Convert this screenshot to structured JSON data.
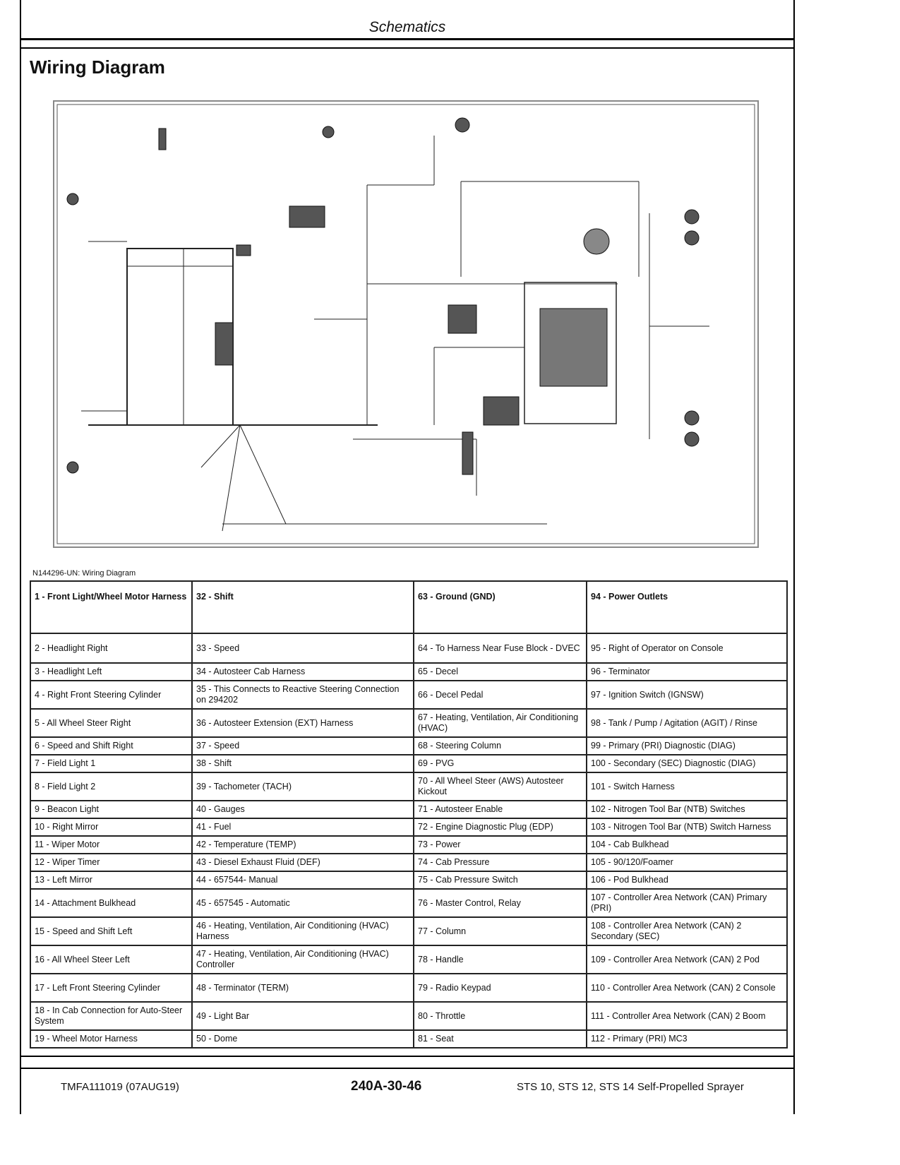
{
  "header": {
    "title": "Schematics"
  },
  "section": {
    "title": "Wiring Diagram"
  },
  "figure": {
    "caption": "N144296-UN: Wiring Diagram"
  },
  "legend": {
    "rows": [
      [
        "1 - Front Light/Wheel Motor Harness",
        "32 - Shift",
        "63 - Ground (GND)",
        "94 - Power Outlets"
      ],
      [
        "2 - Headlight Right",
        "33 - Speed",
        "64 - To Harness Near Fuse Block - DVEC",
        "95 - Right of Operator on Console"
      ],
      [
        "3 - Headlight Left",
        "34 - Autosteer Cab Harness",
        "65 - Decel",
        "96 - Terminator"
      ],
      [
        "4 - Right Front Steering Cylinder",
        "35 - This Connects to Reactive Steering Connection on 294202",
        "66 - Decel Pedal",
        "97 - Ignition Switch (IGNSW)"
      ],
      [
        "5 - All Wheel Steer Right",
        "36 - Autosteer Extension (EXT) Harness",
        "67 - Heating, Ventilation, Air Conditioning (HVAC)",
        "98 - Tank / Pump / Agitation (AGIT) / Rinse"
      ],
      [
        "6 - Speed and Shift Right",
        "37 - Speed",
        "68 - Steering Column",
        "99 - Primary (PRI) Diagnostic (DIAG)"
      ],
      [
        "7 - Field Light 1",
        "38 - Shift",
        "69 - PVG",
        "100 - Secondary (SEC) Diagnostic (DIAG)"
      ],
      [
        "8 - Field Light 2",
        "39 - Tachometer (TACH)",
        "70 - All Wheel Steer (AWS) Autosteer Kickout",
        "101 - Switch Harness"
      ],
      [
        "9 - Beacon Light",
        "40 - Gauges",
        "71 - Autosteer Enable",
        "102 - Nitrogen Tool Bar (NTB) Switches"
      ],
      [
        "10 - Right Mirror",
        "41 - Fuel",
        "72 - Engine Diagnostic Plug (EDP)",
        "103 - Nitrogen Tool Bar (NTB) Switch Harness"
      ],
      [
        "11 - Wiper Motor",
        "42 - Temperature (TEMP)",
        "73 - Power",
        "104 - Cab Bulkhead"
      ],
      [
        "12 - Wiper Timer",
        "43 - Diesel Exhaust Fluid (DEF)",
        "74 - Cab Pressure",
        "105 - 90/120/Foamer"
      ],
      [
        "13 - Left Mirror",
        "44 - 657544- Manual",
        "75 - Cab Pressure Switch",
        "106 - Pod Bulkhead"
      ],
      [
        "14 - Attachment Bulkhead",
        "45 - 657545 - Automatic",
        "76 - Master Control, Relay",
        "107 - Controller Area Network (CAN) Primary (PRI)"
      ],
      [
        "15 - Speed and Shift Left",
        "46 - Heating, Ventilation, Air Conditioning (HVAC) Harness",
        "77 - Column",
        "108 - Controller Area Network (CAN) 2 Secondary (SEC)"
      ],
      [
        "16 - All Wheel Steer Left",
        "47 - Heating, Ventilation, Air Conditioning (HVAC) Controller",
        "78 - Handle",
        "109 - Controller Area Network (CAN) 2 Pod"
      ],
      [
        "17 - Left Front Steering Cylinder",
        "48 - Terminator (TERM)",
        "79 - Radio Keypad",
        "110 - Controller Area Network (CAN) 2 Console"
      ],
      [
        "18 - In Cab Connection for Auto-Steer System",
        "49 - Light Bar",
        "80 - Throttle",
        "111 - Controller Area Network (CAN) 2 Boom"
      ],
      [
        "19 - Wheel Motor Harness",
        "50 - Dome",
        "81 - Seat",
        "112 - Primary (PRI) MC3"
      ]
    ]
  },
  "footer": {
    "left": "TMFA111019 (07AUG19)",
    "center": "240A-30-46",
    "right": "STS 10, STS 12, STS 14 Self-Propelled Sprayer"
  }
}
